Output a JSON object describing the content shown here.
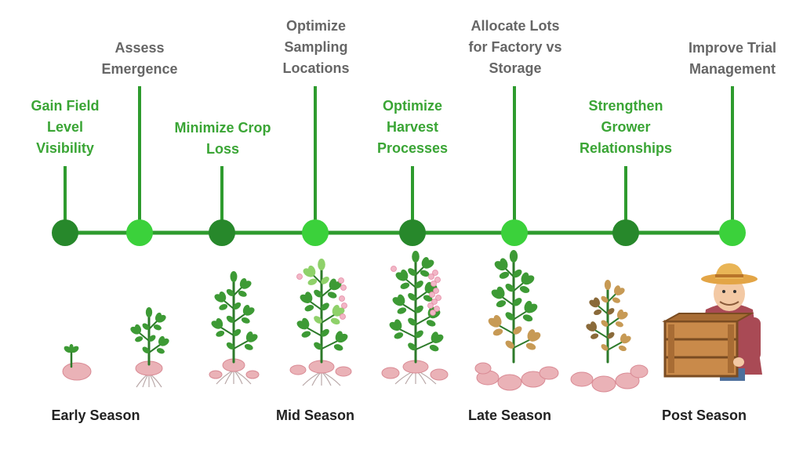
{
  "colors": {
    "line": "#2e9b2e",
    "node_dark": "#27882b",
    "node_light": "#3bd13b",
    "label_green": "#3aa535",
    "label_gray": "#666666"
  },
  "milestones": [
    {
      "label": "Gain Field\nLevel\nVisibility",
      "tone": "dark",
      "label_color": "green"
    },
    {
      "label": "Assess\nEmergence",
      "tone": "light",
      "label_color": "gray"
    },
    {
      "label": "Minimize Crop\nLoss",
      "tone": "dark",
      "label_color": "green"
    },
    {
      "label": "Optimize\nSampling\nLocations",
      "tone": "light",
      "label_color": "gray"
    },
    {
      "label": "Optimize\nHarvest\nProcesses",
      "tone": "dark",
      "label_color": "green"
    },
    {
      "label": "Allocate Lots\nfor Factory vs\nStorage",
      "tone": "light",
      "label_color": "gray"
    },
    {
      "label": "Strengthen\nGrower\nRelationships",
      "tone": "dark",
      "label_color": "green"
    },
    {
      "label": "Improve Trial\nManagement",
      "tone": "light",
      "label_color": "gray"
    }
  ],
  "seasons": [
    "Early Season",
    "Mid Season",
    "Late Season",
    "Post Season"
  ],
  "illustrations": [
    "potato-sprout-icon",
    "potato-seedling-icon",
    "potato-young-plant-icon",
    "potato-flowering-plant-icon",
    "potato-full-bloom-plant-icon",
    "potato-yellowing-plant-icon",
    "potato-dying-plant-icon",
    "farmer-with-crate-icon"
  ]
}
